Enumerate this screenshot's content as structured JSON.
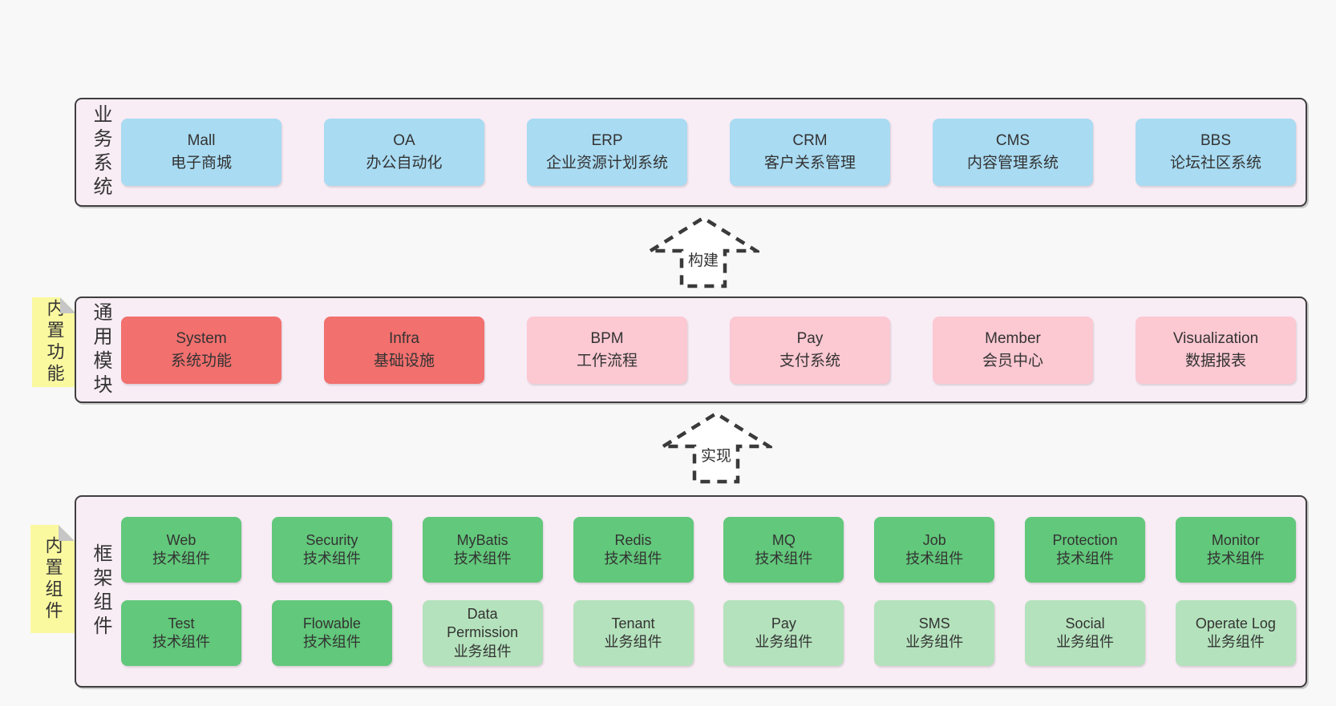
{
  "colors": {
    "page-bg": "#f8f8f8",
    "band-bg": "#f8ecf5",
    "band-border": "#3f3f3f",
    "text": "#333333",
    "blue": "#a9dbf2",
    "red": "#f2706e",
    "pink": "#fcc8d2",
    "green-dark": "#62c87b",
    "green-light": "#b4e2bc",
    "sticky": "#fbf9a0",
    "sticky-fold": "#c6c6c6"
  },
  "arrows": [
    {
      "label": "构建"
    },
    {
      "label": "实现"
    }
  ],
  "bands": [
    {
      "label": "业务系统",
      "boxes": [
        {
          "title": "Mall",
          "subtitle": "电子商城"
        },
        {
          "title": "OA",
          "subtitle": "办公自动化"
        },
        {
          "title": "ERP",
          "subtitle": "企业资源计划系统"
        },
        {
          "title": "CRM",
          "subtitle": "客户关系管理"
        },
        {
          "title": "CMS",
          "subtitle": "内容管理系统"
        },
        {
          "title": "BBS",
          "subtitle": "论坛社区系统"
        }
      ]
    },
    {
      "label": "通用模块",
      "sticky": "内置功能",
      "boxes": [
        {
          "title": "System",
          "subtitle": "系统功能"
        },
        {
          "title": "Infra",
          "subtitle": "基础设施"
        },
        {
          "title": "BPM",
          "subtitle": "工作流程"
        },
        {
          "title": "Pay",
          "subtitle": "支付系统"
        },
        {
          "title": "Member",
          "subtitle": "会员中心"
        },
        {
          "title": "Visualization",
          "subtitle": "数据报表"
        }
      ]
    },
    {
      "label": "框架组件",
      "sticky": "内置组件",
      "rows": [
        [
          {
            "title": "Web",
            "subtitle": "技术组件"
          },
          {
            "title": "Security",
            "subtitle": "技术组件"
          },
          {
            "title": "MyBatis",
            "subtitle": "技术组件"
          },
          {
            "title": "Redis",
            "subtitle": "技术组件"
          },
          {
            "title": "MQ",
            "subtitle": "技术组件"
          },
          {
            "title": "Job",
            "subtitle": "技术组件"
          },
          {
            "title": "Protection",
            "subtitle": "技术组件"
          },
          {
            "title": "Monitor",
            "subtitle": "技术组件"
          }
        ],
        [
          {
            "title": "Test",
            "subtitle": "技术组件"
          },
          {
            "title": "Flowable",
            "subtitle": "技术组件"
          },
          {
            "title": "Data Permission",
            "subtitle": "业务组件"
          },
          {
            "title": "Tenant",
            "subtitle": "业务组件"
          },
          {
            "title": "Pay",
            "subtitle": "业务组件"
          },
          {
            "title": "SMS",
            "subtitle": "业务组件"
          },
          {
            "title": "Social",
            "subtitle": "业务组件"
          },
          {
            "title": "Operate Log",
            "subtitle": "业务组件"
          }
        ]
      ]
    }
  ]
}
